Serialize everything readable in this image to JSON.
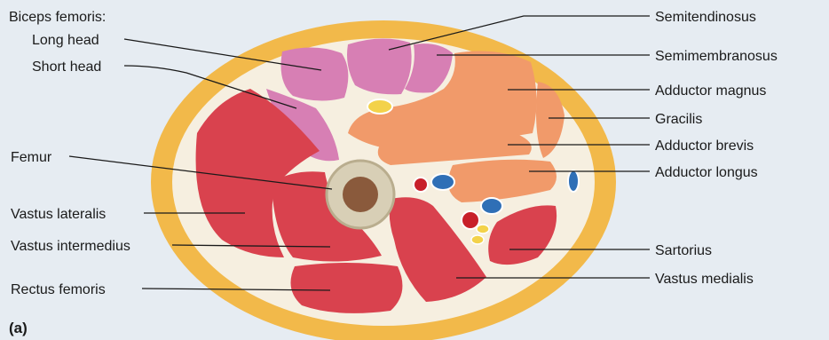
{
  "figure": {
    "panel_label": "(a)",
    "colors": {
      "background": "#e6ecf2",
      "skin_fat": "#f2b94a",
      "fascia": "#f6efe0",
      "quadriceps": "#d9424e",
      "biceps_femoris": "#d77fb4",
      "adductor": "#f19a6a",
      "bone": "#d8cfb6",
      "marrow": "#8a5a3c",
      "artery": "#c8202a",
      "vein": "#2f6fb6",
      "nerve": "#f3d24a"
    },
    "labels_left": {
      "biceps_femoris_header": "Biceps femoris:",
      "long_head": "Long head",
      "short_head": "Short head",
      "femur": "Femur",
      "vastus_lateralis": "Vastus lateralis",
      "vastus_intermedius": "Vastus intermedius",
      "rectus_femoris": "Rectus femoris"
    },
    "labels_right": {
      "semitendinosus": "Semitendinosus",
      "semimembranosus": "Semimembranosus",
      "adductor_magnus": "Adductor magnus",
      "gracilis": "Gracilis",
      "adductor_brevis": "Adductor brevis",
      "adductor_longus": "Adductor longus",
      "sartorius": "Sartorius",
      "vastus_medialis": "Vastus medialis"
    }
  }
}
